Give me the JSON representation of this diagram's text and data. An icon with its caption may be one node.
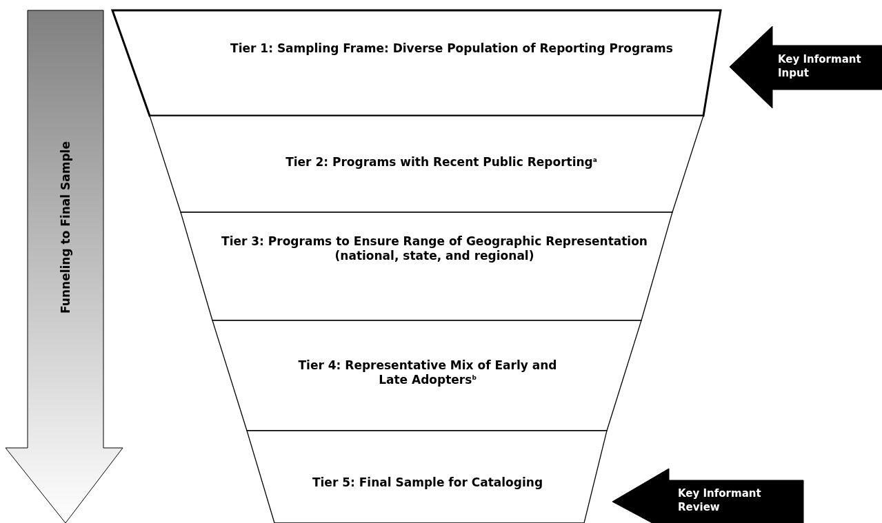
{
  "diagram": {
    "nodes": [
      {
        "text": [
          "Funneling to Final Sample"
        ]
      },
      {
        "text": [
          "Tier 1: Sampling Frame: Diverse Population of Reporting Programs"
        ]
      },
      {
        "text": [
          "Tier 2: Programs with Recent Public Reporting$^{a}$"
        ]
      },
      {
        "text": [
          "Tier 3: Programs to Ensure Range of Geographic Representation (national, state, and regional)"
        ]
      },
      {
        "text": [
          "Tier 4: Representative Mix of Early and Late Adopters$^{b}$"
        ]
      },
      {
        "text": [
          "Tier 5: Final Sample for Cataloging"
        ]
      },
      {
        "text": [
          "Key Informant Input"
        ]
      },
      {
        "text": [
          "Key Informant Review"
        ]
      }
    ]
  }
}
